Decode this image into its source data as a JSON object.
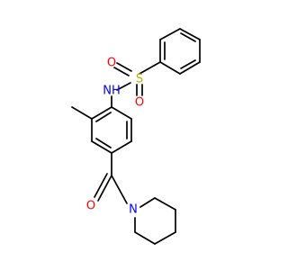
{
  "molecule": {
    "colors": {
      "bond": "#000000",
      "nitrogen": "#0000ff",
      "oxygen": "#ff0000",
      "sulfur": "#b3b300",
      "background": "#ffffff"
    },
    "atoms": {
      "sulfonyl_o_left": "O",
      "sulfonyl_o_bottom": "O",
      "sulfur": "S",
      "amide_nh": "NH",
      "carbonyl_o": "O",
      "piperidine_n": "N"
    }
  }
}
